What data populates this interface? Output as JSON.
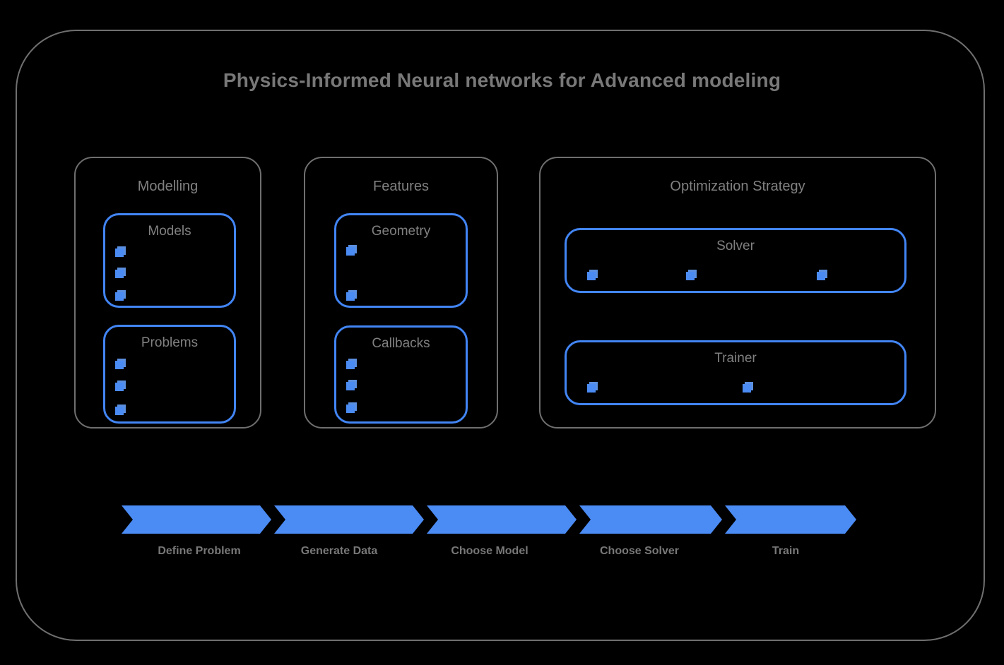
{
  "diagram": {
    "title": "Physics-Informed Neural networks for Advanced modeling",
    "colors": {
      "background": "#000000",
      "frame_border": "#6f6f6f",
      "text": "#808080",
      "accent_blue": "#4285f4",
      "cube_blue": "#4b8bf4"
    }
  },
  "groups": [
    {
      "id": "modelling",
      "label": "Modelling",
      "boxes": [
        {
          "id": "models",
          "label": "Models",
          "bullet_count": 3
        },
        {
          "id": "problems",
          "label": "Problems",
          "bullet_count": 3
        }
      ]
    },
    {
      "id": "features",
      "label": "Features",
      "boxes": [
        {
          "id": "geometry",
          "label": "Geometry",
          "bullet_count": 2
        },
        {
          "id": "callbacks",
          "label": "Callbacks",
          "bullet_count": 3
        }
      ]
    },
    {
      "id": "optimization",
      "label": "Optimization Strategy",
      "boxes": [
        {
          "id": "solver",
          "label": "Solver",
          "bullet_count": 3
        },
        {
          "id": "trainer",
          "label": "Trainer",
          "bullet_count": 2
        }
      ]
    }
  ],
  "pipeline": {
    "steps": [
      {
        "label": "Define Problem"
      },
      {
        "label": "Generate Data"
      },
      {
        "label": "Choose Model"
      },
      {
        "label": "Choose Solver"
      },
      {
        "label": "Train"
      }
    ]
  },
  "icons": {
    "bullet": "cube-icon"
  }
}
